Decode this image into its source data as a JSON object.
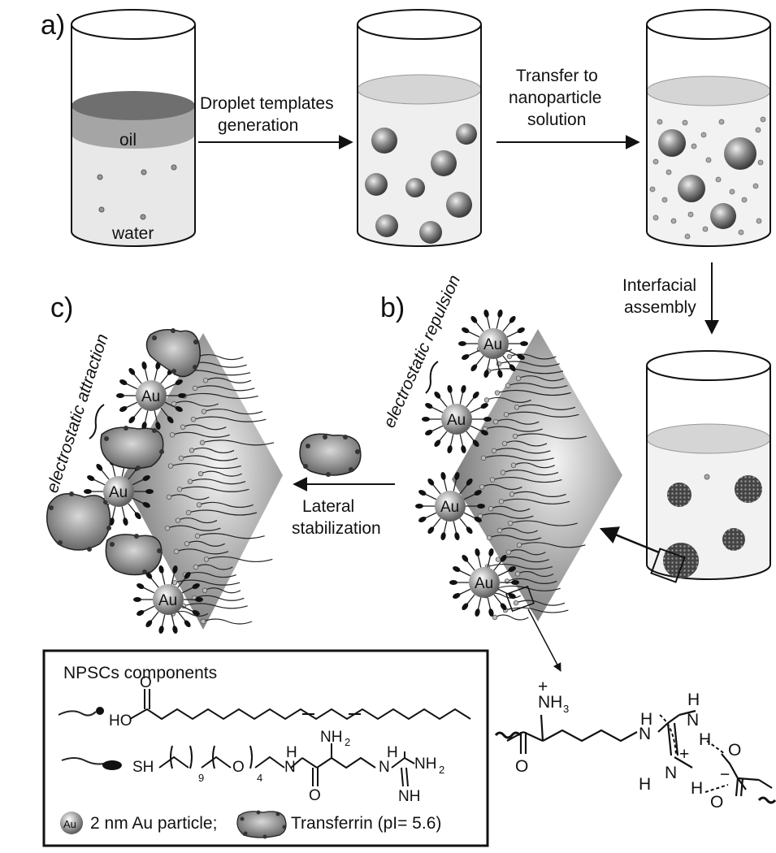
{
  "panels": {
    "a": "a)",
    "b": "b)",
    "c": "c)"
  },
  "beaker1": {
    "oil": "oil",
    "water": "water"
  },
  "steps": {
    "droplet": [
      "Droplet templates",
      "generation"
    ],
    "transfer": [
      "Transfer to",
      "nanoparticle",
      "solution"
    ],
    "interfacial": [
      "Interfacial",
      "assembly"
    ],
    "lateral": [
      "Lateral",
      "stabilization"
    ]
  },
  "annotations": {
    "repulsion": "electrostatic repulsion",
    "attraction": "electrostatic attraction",
    "au": "Au"
  },
  "legend": {
    "title": "NPSCs components",
    "ho": "HO",
    "o": "O",
    "sh": "SH",
    "n9": "9",
    "n4": "4",
    "h": "H",
    "n": "N",
    "nh2": "NH",
    "two": "2",
    "au_label": "Au",
    "au_text": "2 nm Au particle;",
    "tf_text": "Transferrin (pI= 5.6)"
  },
  "zoom": {
    "nh3": "NH",
    "three": "3",
    "plus": "+",
    "minus": "−",
    "n": "N",
    "h": "H",
    "o": "O",
    "hn": "H"
  },
  "colors": {
    "oil": "#8a8a8a",
    "water": "#e6e6e6",
    "nanoparticle": "#b0b0b0",
    "sheet": "#8c8c8c"
  }
}
